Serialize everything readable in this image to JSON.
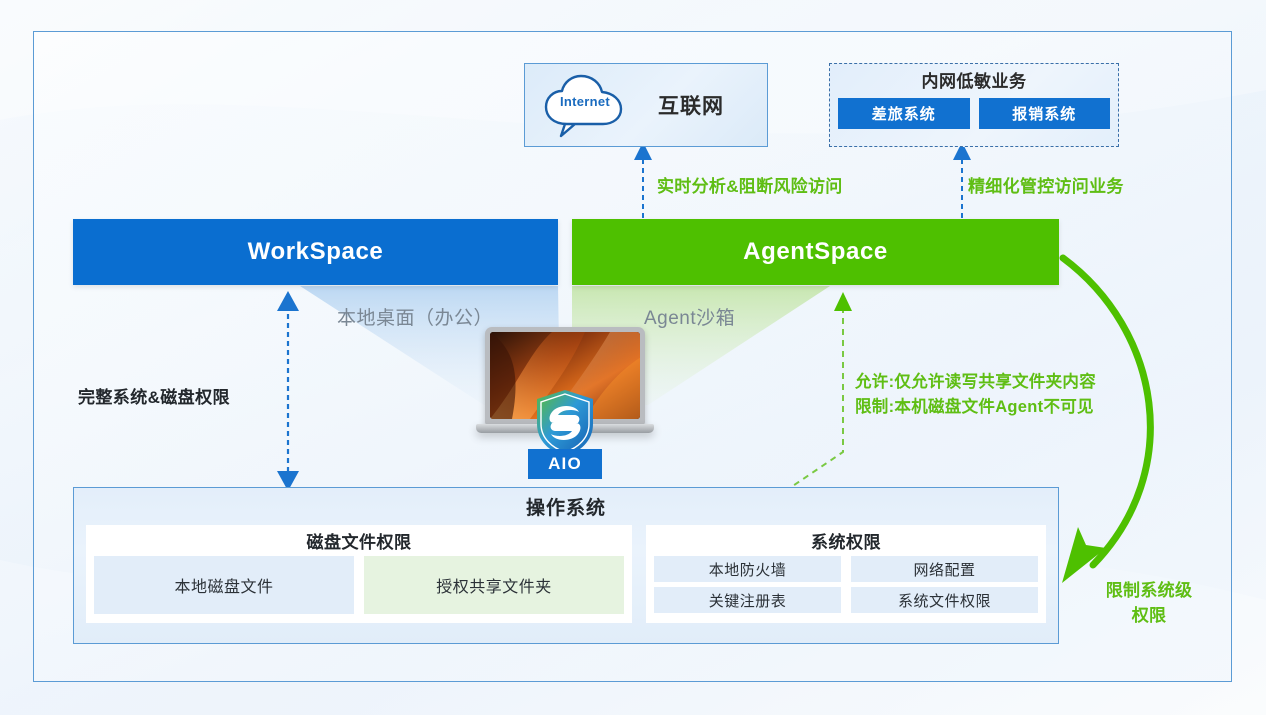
{
  "diagram": {
    "internet": {
      "cloud_label": "Internet",
      "title": "互联网"
    },
    "intranet": {
      "title": "内网低敏业务",
      "items": [
        {
          "label": "差旅系统"
        },
        {
          "label": "报销系统"
        }
      ]
    },
    "bars": {
      "workspace": "WorkSpace",
      "agentspace": "AgentSpace"
    },
    "mid_labels": {
      "local_desktop": "本地桌面（办公）",
      "agent_sandbox": "Agent沙箱"
    },
    "device": {
      "badge": "AIO"
    },
    "notes": {
      "full_permission": "完整系统&磁盘权限",
      "realtime_block": "实时分析&阻断风险访问",
      "fine_grained": "精细化管控访问业务",
      "allow_line": "允许:仅允许读写共享文件夹内容",
      "limit_line": "限制:本机磁盘文件Agent不可见",
      "restrict_line1": "限制系统级",
      "restrict_line2": "权限"
    },
    "os": {
      "title": "操作系统",
      "disk_panel": {
        "title": "磁盘文件权限",
        "items": [
          {
            "label": "本地磁盘文件"
          },
          {
            "label": "授权共享文件夹"
          }
        ]
      },
      "system_panel": {
        "title": "系统权限",
        "items": [
          {
            "label": "本地防火墙"
          },
          {
            "label": "网络配置"
          },
          {
            "label": "关键注册表"
          },
          {
            "label": "系统文件权限"
          }
        ]
      }
    },
    "colors": {
      "blue": "#0a6ed0",
      "green": "#4ec000",
      "note_green": "#5fbe14",
      "frame_blue": "#5b9bd5"
    }
  }
}
